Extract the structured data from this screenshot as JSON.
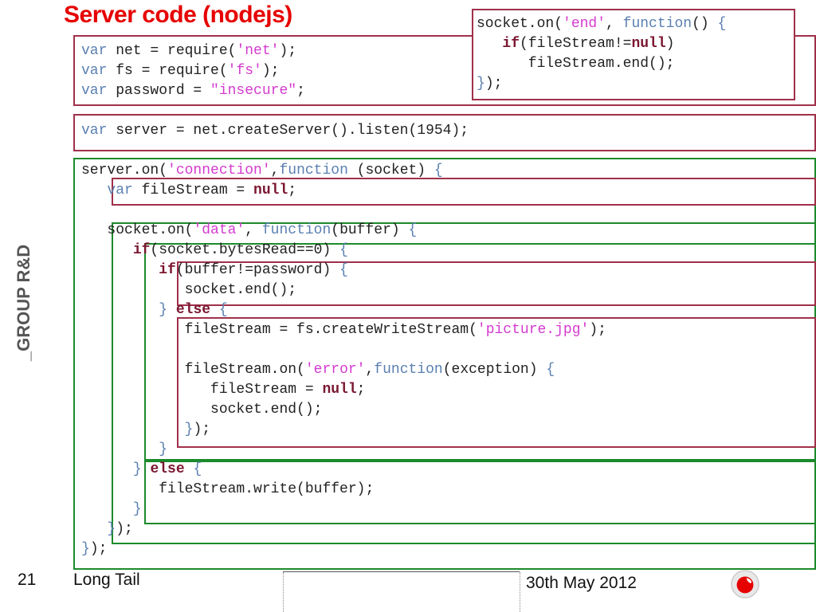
{
  "slide": {
    "title": "Server code (nodejs)",
    "side_label": "_GROUP R&D",
    "page_number": "21",
    "footer_left": "Long Tail",
    "footer_date": "30th May 2012",
    "logo_icon": "vodafone-logo-icon"
  },
  "colors": {
    "title": "#e60000",
    "box_red": "#a0304a",
    "box_green": "#1c8a2b",
    "keyword": "#5a7fb0",
    "bold_keyword": "#7a1630",
    "string": "#d43bcf"
  },
  "code": {
    "requires": [
      [
        [
          "kw",
          "var"
        ],
        [
          "t",
          " net = require("
        ],
        [
          "st",
          "'net'"
        ],
        [
          "t",
          ");"
        ]
      ],
      [
        [
          "kw",
          "var"
        ],
        [
          "t",
          " fs = require("
        ],
        [
          "st",
          "'fs'"
        ],
        [
          "t",
          ");"
        ]
      ],
      [
        [
          "kw",
          "var"
        ],
        [
          "t",
          " password = "
        ],
        [
          "st",
          "\"insecure\""
        ],
        [
          "t",
          ";"
        ]
      ]
    ],
    "server": [
      [
        [
          "kw",
          "var"
        ],
        [
          "t",
          " server = net.createServer().listen(1954);"
        ]
      ]
    ],
    "end_handler": [
      [
        [
          "t",
          "socket.on("
        ],
        [
          "st",
          "'end'"
        ],
        [
          "t",
          ", "
        ],
        [
          "kw",
          "function"
        ],
        [
          "t",
          "() "
        ],
        [
          "br",
          "{"
        ]
      ],
      [
        [
          "t",
          "   "
        ],
        [
          "kb",
          "if"
        ],
        [
          "t",
          "(fileStream!="
        ],
        [
          "kb",
          "null"
        ],
        [
          "t",
          ")"
        ]
      ],
      [
        [
          "t",
          "      fileStream.end();"
        ]
      ],
      [
        [
          "br",
          "}"
        ],
        [
          "t",
          ");"
        ]
      ]
    ],
    "connection": [
      [
        [
          "t",
          "server.on("
        ],
        [
          "st",
          "'connection'"
        ],
        [
          "t",
          ","
        ],
        [
          "kw",
          "function"
        ],
        [
          "t",
          " (socket) "
        ],
        [
          "br",
          "{"
        ]
      ],
      [
        [
          "t",
          "   "
        ],
        [
          "kw",
          "var"
        ],
        [
          "t",
          " fileStream = "
        ],
        [
          "kb",
          "null"
        ],
        [
          "t",
          ";"
        ]
      ],
      [
        [
          "t",
          ""
        ]
      ],
      [
        [
          "t",
          "   socket.on("
        ],
        [
          "st",
          "'data'"
        ],
        [
          "t",
          ", "
        ],
        [
          "kw",
          "function"
        ],
        [
          "t",
          "(buffer) "
        ],
        [
          "br",
          "{"
        ]
      ],
      [
        [
          "t",
          "      "
        ],
        [
          "kb",
          "if"
        ],
        [
          "t",
          "(socket.bytesRead==0) "
        ],
        [
          "br",
          "{"
        ]
      ],
      [
        [
          "t",
          "         "
        ],
        [
          "kb",
          "if"
        ],
        [
          "t",
          "(buffer!=password) "
        ],
        [
          "br",
          "{"
        ]
      ],
      [
        [
          "t",
          "            socket.end();"
        ]
      ],
      [
        [
          "t",
          "         "
        ],
        [
          "br",
          "}"
        ],
        [
          "t",
          " "
        ],
        [
          "kb",
          "else"
        ],
        [
          "t",
          " "
        ],
        [
          "br",
          "{"
        ]
      ],
      [
        [
          "t",
          "            fileStream = fs.createWriteStream("
        ],
        [
          "st",
          "'picture.jpg'"
        ],
        [
          "t",
          ");"
        ]
      ],
      [
        [
          "t",
          ""
        ]
      ],
      [
        [
          "t",
          "            fileStream.on("
        ],
        [
          "st",
          "'error'"
        ],
        [
          "t",
          ","
        ],
        [
          "kw",
          "function"
        ],
        [
          "t",
          "(exception) "
        ],
        [
          "br",
          "{"
        ]
      ],
      [
        [
          "t",
          "               fileStream = "
        ],
        [
          "kb",
          "null"
        ],
        [
          "t",
          ";"
        ]
      ],
      [
        [
          "t",
          "               socket.end();"
        ]
      ],
      [
        [
          "t",
          "            "
        ],
        [
          "br",
          "}"
        ],
        [
          "t",
          ");"
        ]
      ],
      [
        [
          "t",
          "         "
        ],
        [
          "br",
          "}"
        ]
      ],
      [
        [
          "t",
          "      "
        ],
        [
          "br",
          "}"
        ],
        [
          "t",
          " "
        ],
        [
          "kb",
          "else"
        ],
        [
          "t",
          " "
        ],
        [
          "br",
          "{"
        ]
      ],
      [
        [
          "t",
          "         fileStream.write(buffer);"
        ]
      ],
      [
        [
          "t",
          "      "
        ],
        [
          "br",
          "}"
        ]
      ],
      [
        [
          "t",
          "   "
        ],
        [
          "br",
          "}"
        ],
        [
          "t",
          ");"
        ]
      ],
      [
        [
          "br",
          "}"
        ],
        [
          "t",
          ");"
        ]
      ]
    ]
  }
}
